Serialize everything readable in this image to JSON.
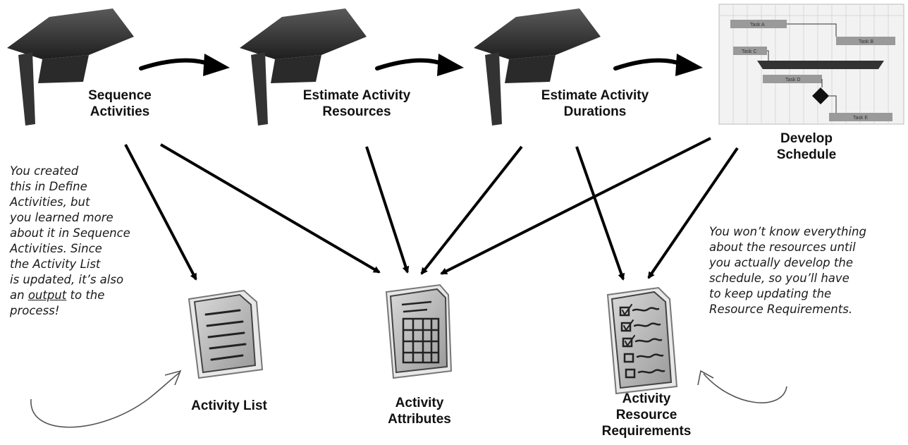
{
  "processes": [
    {
      "line1": "Sequence",
      "line2": "Activities"
    },
    {
      "line1": "Estimate Activity",
      "line2": "Resources"
    },
    {
      "line1": "Estimate Activity",
      "line2": "Durations"
    },
    {
      "line1": "Develop",
      "line2": "Schedule"
    }
  ],
  "gantt": {
    "task_a": "Task A",
    "task_b": "Task B",
    "task_c": "Task C",
    "task_d": "Task D",
    "task_e": "Task E"
  },
  "outputs": [
    {
      "line1": "Activity List",
      "line2": "",
      "line3": ""
    },
    {
      "line1": "Activity",
      "line2": "Attributes",
      "line3": ""
    },
    {
      "line1": "Activity",
      "line2": "Resource",
      "line3": "Requirements"
    }
  ],
  "notes": {
    "left": {
      "l1": "You created",
      "l2": "this in Define",
      "l3": "Activities, but",
      "l4": "you learned more",
      "l5": "about it in Sequence",
      "l6": "Activities. Since",
      "l7": "the Activity List",
      "l8": "is updated, it’s also",
      "l9_pre": "an ",
      "l9_u": "output",
      "l9_post": " to the",
      "l10": "process!"
    },
    "right": {
      "l1": "You won’t know everything",
      "l2": "about the resources until",
      "l3": "you actually develop the",
      "l4": "schedule, so you’ll have",
      "l5": "to keep updating the",
      "l6": "Resource Requirements."
    }
  },
  "colors": {
    "cap": "#2b2b2b",
    "cap_top": "#4a4a4a",
    "arrow": "#000000",
    "doc_bg": "#c8c8c8",
    "gantt_bar": "#9a9a9a"
  }
}
